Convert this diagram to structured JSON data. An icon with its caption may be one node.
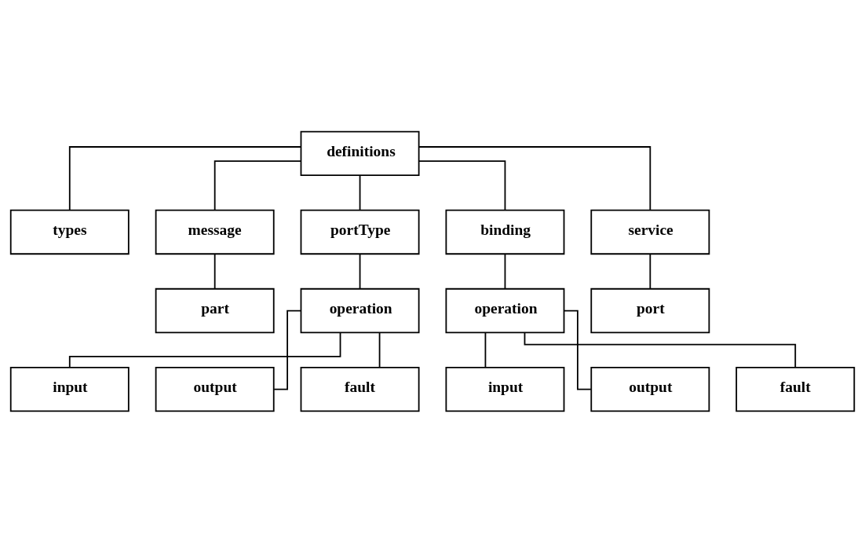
{
  "diagram": {
    "nodes": [
      {
        "text": [
          "definitions"
        ]
      },
      {
        "text": [
          "types"
        ]
      },
      {
        "text": [
          "message"
        ]
      },
      {
        "text": [
          "portType"
        ]
      },
      {
        "text": [
          "binding"
        ]
      },
      {
        "text": [
          "service"
        ]
      },
      {
        "text": [
          "part"
        ]
      },
      {
        "text": [
          "operation"
        ]
      },
      {
        "text": [
          "operation"
        ]
      },
      {
        "text": [
          "port"
        ]
      },
      {
        "text": [
          "input"
        ]
      },
      {
        "text": [
          "output"
        ]
      },
      {
        "text": [
          "fault"
        ]
      },
      {
        "text": [
          "input"
        ]
      },
      {
        "text": [
          "output"
        ]
      },
      {
        "text": [
          "fault"
        ]
      }
    ],
    "edges": [
      {
        "from": 0,
        "to": 1,
        "arrow": "none"
      },
      {
        "from": 0,
        "to": 2,
        "arrow": "none"
      },
      {
        "from": 0,
        "to": 3,
        "arrow": "none"
      },
      {
        "from": 0,
        "to": 4,
        "arrow": "none"
      },
      {
        "from": 0,
        "to": 5,
        "arrow": "none"
      },
      {
        "from": 2,
        "to": 6,
        "arrow": "none"
      },
      {
        "from": 3,
        "to": 7,
        "arrow": "none"
      },
      {
        "from": 4,
        "to": 8,
        "arrow": "none"
      },
      {
        "from": 5,
        "to": 9,
        "arrow": "none"
      },
      {
        "from": 7,
        "to": 10,
        "arrow": "none"
      },
      {
        "from": 7,
        "to": 11,
        "arrow": "none"
      },
      {
        "from": 7,
        "to": 12,
        "arrow": "none"
      },
      {
        "from": 8,
        "to": 13,
        "arrow": "none"
      },
      {
        "from": 8,
        "to": 14,
        "arrow": "none"
      },
      {
        "from": 8,
        "to": 15,
        "arrow": "none"
      }
    ]
  }
}
